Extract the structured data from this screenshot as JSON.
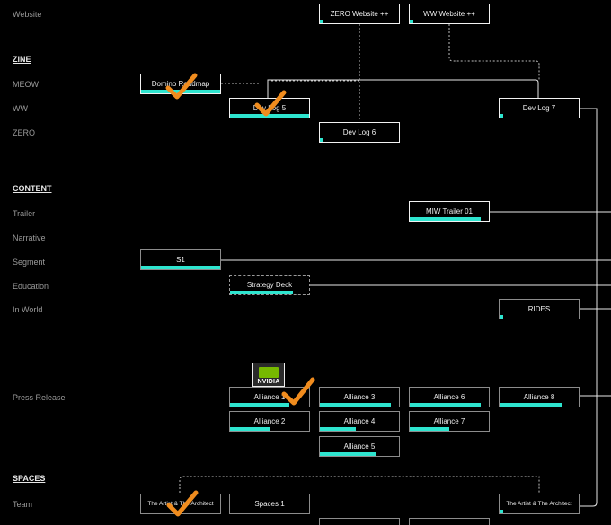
{
  "rows": {
    "website": "Website",
    "zine": "ZINE",
    "meow": "MEOW",
    "ww": "WW",
    "zero": "ZERO",
    "content": "CONTENT",
    "trailer": "Trailer",
    "narrative": "Narrative",
    "segment": "Segment",
    "education": "Education",
    "in_world": "In World",
    "press_release": "Press Release",
    "spaces": "SPACES",
    "team": "Team"
  },
  "nodes": {
    "zero_website": {
      "label": "ZERO Website ++",
      "progress": 0.05
    },
    "ww_website": {
      "label": "WW Website ++",
      "progress": 0.05
    },
    "domino_roadmap": {
      "label": "Domino Roadmap",
      "progress": 1.0,
      "checked": true
    },
    "dev_log_5": {
      "label": "Dev Log 5",
      "progress": 1.0,
      "checked": true
    },
    "dev_log_6": {
      "label": "Dev Log 6",
      "progress": 0.05
    },
    "dev_log_7": {
      "label": "Dev Log 7",
      "progress": 0.05
    },
    "miw_trailer_01": {
      "label": "MIW Trailer 01",
      "progress": 0.9
    },
    "s1": {
      "label": "S1",
      "progress": 1.0
    },
    "strategy_deck": {
      "label": "Strategy Deck",
      "progress": 0.8
    },
    "rides": {
      "label": "RIDES",
      "progress": 0.05
    },
    "alliance_1": {
      "label": "Alliance 1",
      "progress": 0.75,
      "checked": true
    },
    "alliance_2": {
      "label": "Alliance 2",
      "progress": 0.5
    },
    "alliance_3": {
      "label": "Alliance 3",
      "progress": 0.9
    },
    "alliance_4": {
      "label": "Alliance 4",
      "progress": 0.45
    },
    "alliance_5": {
      "label": "Alliance 5",
      "progress": 0.7
    },
    "alliance_6": {
      "label": "Alliance 6",
      "progress": 0.9
    },
    "alliance_7": {
      "label": "Alliance 7",
      "progress": 0.5
    },
    "alliance_8": {
      "label": "Alliance 8",
      "progress": 0.8
    },
    "team_1": {
      "label": "The Artist & The Architect",
      "progress": 0,
      "checked": true
    },
    "spaces_1": {
      "label": "Spaces 1",
      "progress": 0
    },
    "team_2": {
      "label": "The Artist & The Architect",
      "progress": 0.05
    }
  },
  "logo": {
    "text": "NVIDIA",
    "icon": "nvidia-logo-icon"
  },
  "colors": {
    "progress": "#2ee5cf",
    "check": "#f08c1e",
    "background": "#000000"
  }
}
